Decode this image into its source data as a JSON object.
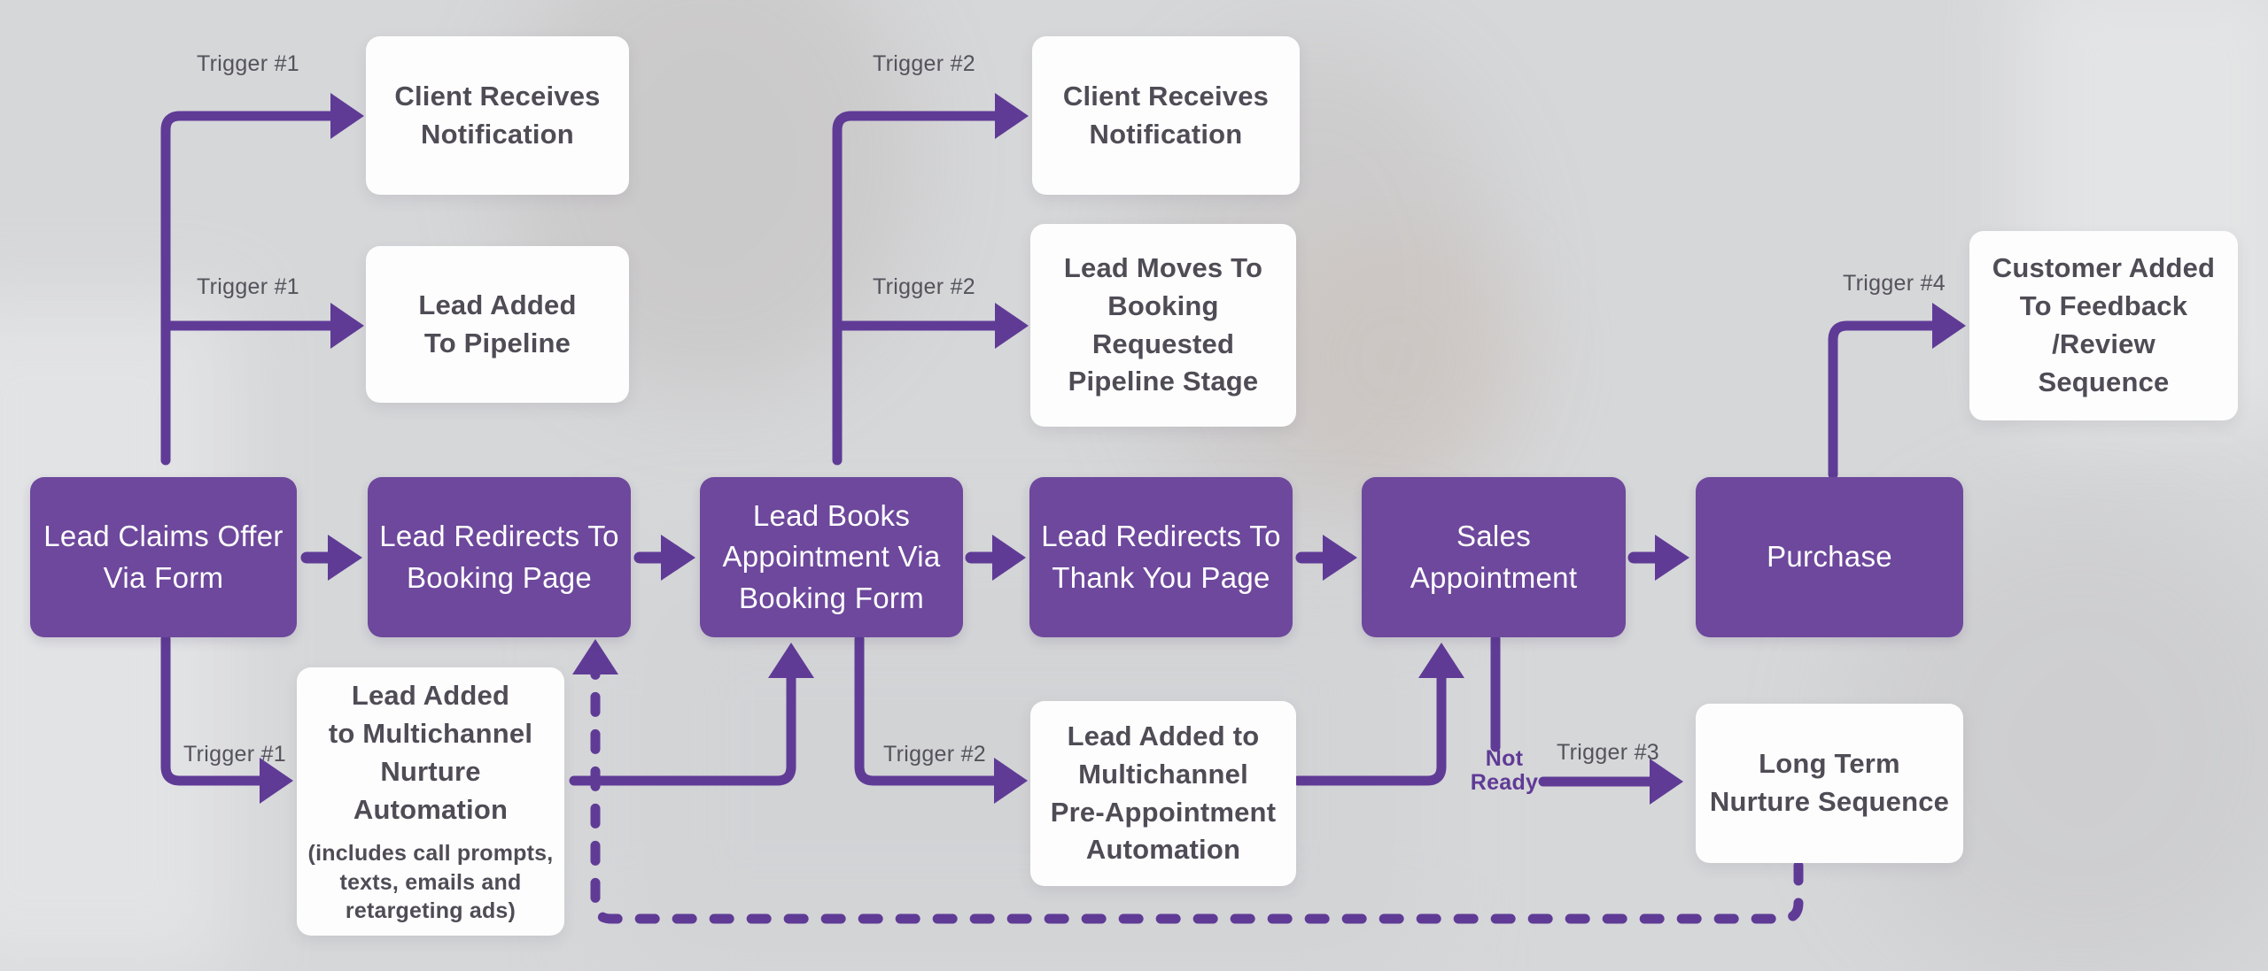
{
  "colors": {
    "background": "#d6d7d9",
    "box-purple": "#6d489c",
    "line-purple": "#5f3b96",
    "box-white": "#fdfdfe",
    "text-dark": "#4f4c55",
    "text-white": "#ffffff",
    "label-gray": "#55525b"
  },
  "main_flow": {
    "lead_claims_offer": "Lead Claims Offer\nVia Form",
    "lead_redirects_booking": "Lead Redirects To\nBooking Page",
    "lead_books_appointment": "Lead Books\nAppointment Via\nBooking Form",
    "lead_redirects_thankyou": "Lead Redirects To\nThank You Page",
    "sales_appointment": "Sales\nAppointment",
    "purchase": "Purchase"
  },
  "outcome_boxes": {
    "client_notification_1": "Client Receives\nNotification",
    "lead_added_pipeline": "Lead Added\nTo Pipeline",
    "client_notification_2": "Client Receives\nNotification",
    "lead_moves_booking_stage": "Lead Moves To\nBooking\nRequested\nPipeline Stage",
    "customer_feedback_sequence": "Customer Added\nTo Feedback\n/Review\nSequence",
    "nurture_automation_title": "Lead Added\nto Multichannel\nNurture\nAutomation",
    "nurture_automation_subtitle": "(includes call prompts,\ntexts, emails and\nretargeting ads)",
    "pre_appointment_automation": "Lead Added to\nMultichannel\nPre-Appointment\nAutomation",
    "long_term_nurture": "Long Term\nNurture Sequence"
  },
  "labels": {
    "trigger_1_top": "Trigger #1",
    "trigger_1_mid": "Trigger #1",
    "trigger_1_bottom": "Trigger #1",
    "trigger_2_top": "Trigger #2",
    "trigger_2_mid": "Trigger #2",
    "trigger_2_bottom": "Trigger #2",
    "trigger_3": "Trigger #3",
    "trigger_4": "Trigger #4",
    "not_ready": "Not\nReady"
  }
}
